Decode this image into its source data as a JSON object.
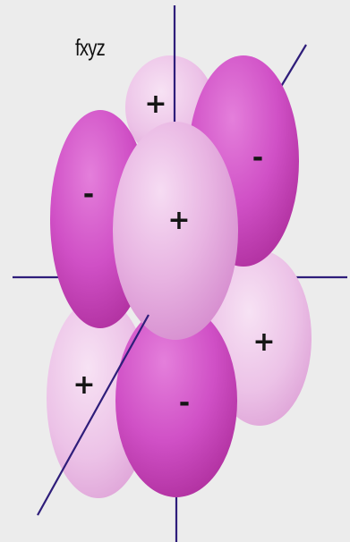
{
  "orbital": {
    "label": "fxyz"
  },
  "lobes": [
    {
      "name": "back-top-plus",
      "sign": "+",
      "phase": "positive"
    },
    {
      "name": "back-top-right-minus",
      "sign": "-",
      "phase": "negative"
    },
    {
      "name": "top-left-minus",
      "sign": "-",
      "phase": "negative"
    },
    {
      "name": "front-top-plus",
      "sign": "+",
      "phase": "positive"
    },
    {
      "name": "bottom-right-plus",
      "sign": "+",
      "phase": "positive"
    },
    {
      "name": "bottom-left-plus",
      "sign": "+",
      "phase": "positive"
    },
    {
      "name": "front-bottom-minus",
      "sign": "-",
      "phase": "negative"
    }
  ],
  "colors": {
    "positive_lobe": "#e8b2e2",
    "negative_lobe": "#cf46c4",
    "axis": "#2e1d7a",
    "background": "#ececec"
  }
}
